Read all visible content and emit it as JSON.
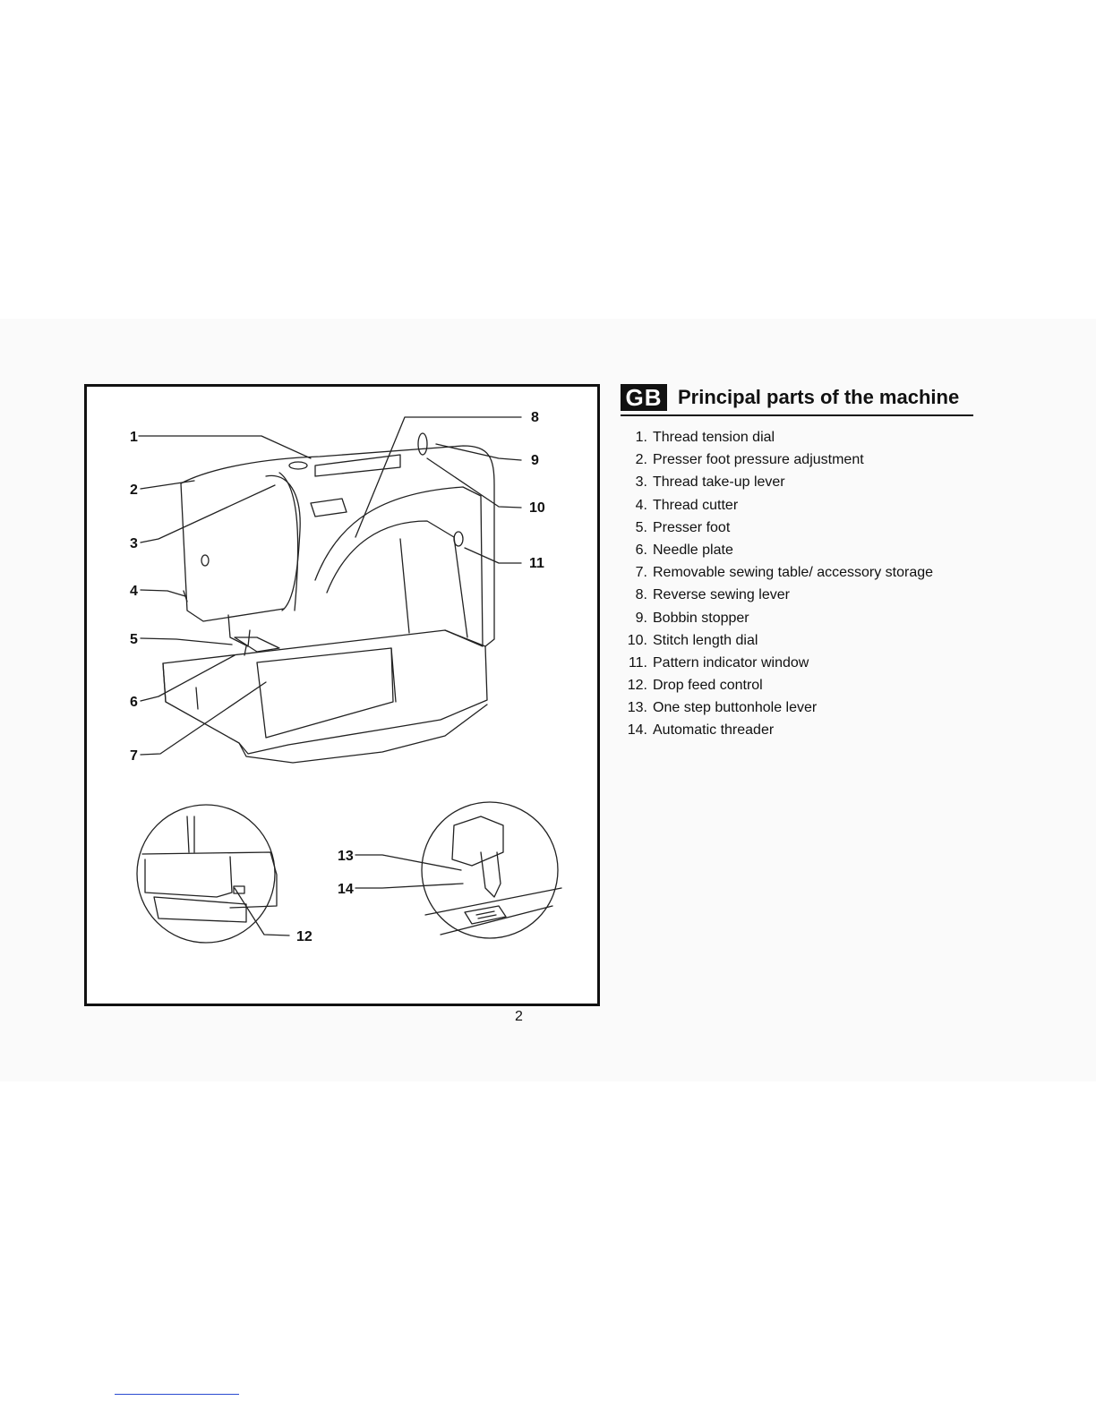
{
  "figure": {
    "callouts": [
      "1",
      "2",
      "3",
      "4",
      "5",
      "6",
      "7",
      "8",
      "9",
      "10",
      "11",
      "12",
      "13",
      "14"
    ]
  },
  "heading": {
    "lang": "GB",
    "title": "Principal parts of the machine"
  },
  "parts": [
    {
      "num": "1.",
      "label": "Thread tension dial"
    },
    {
      "num": "2.",
      "label": "Presser foot pressure adjustment"
    },
    {
      "num": "3.",
      "label": "Thread take-up lever"
    },
    {
      "num": "4.",
      "label": "Thread cutter"
    },
    {
      "num": "5.",
      "label": "Presser foot"
    },
    {
      "num": "6.",
      "label": "Needle plate"
    },
    {
      "num": "7.",
      "label": "Removable sewing table/ accessory storage"
    },
    {
      "num": "8.",
      "label": "Reverse sewing lever"
    },
    {
      "num": "9.",
      "label": "Bobbin stopper"
    },
    {
      "num": "10.",
      "label": "Stitch length dial"
    },
    {
      "num": "11.",
      "label": "Pattern indicator window"
    },
    {
      "num": "12.",
      "label": "Drop feed control"
    },
    {
      "num": "13.",
      "label": "One step buttonhole lever"
    },
    {
      "num": "14.",
      "label": "Automatic threader"
    }
  ],
  "page_number": "2"
}
